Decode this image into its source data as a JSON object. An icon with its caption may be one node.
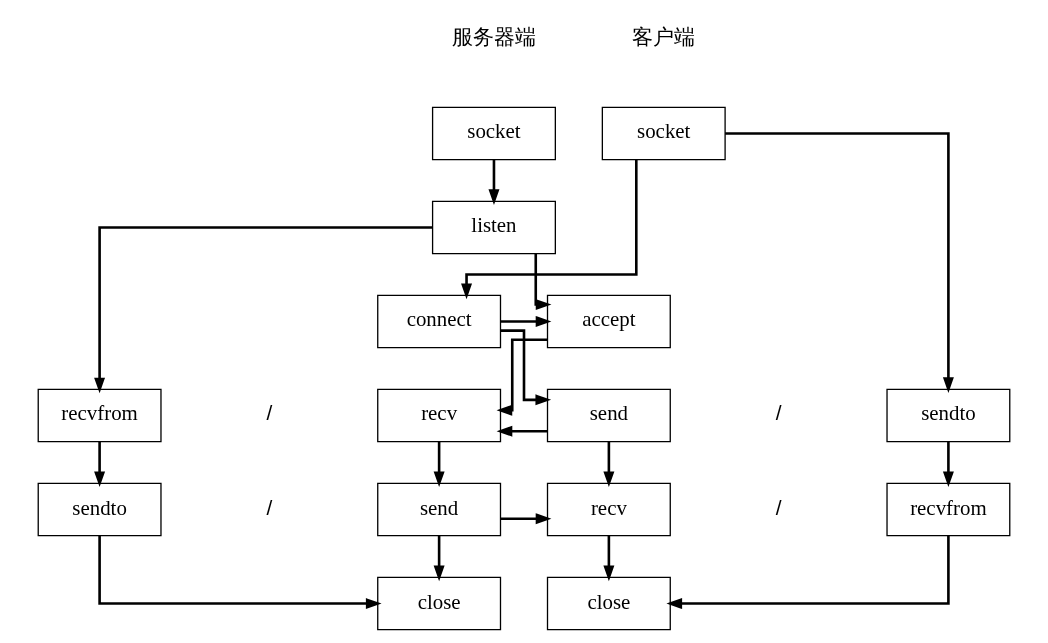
{
  "diagram": {
    "nodes": [
      {
        "text": [
          "socket"
        ]
      },
      {
        "text": [
          "socket"
        ]
      },
      {
        "text": [
          "listen"
        ]
      },
      {
        "text": [
          "connect"
        ]
      },
      {
        "text": [
          "accept"
        ]
      },
      {
        "text": [
          "recvfrom"
        ]
      },
      {
        "text": [
          "recv"
        ]
      },
      {
        "text": [
          "send"
        ]
      },
      {
        "text": [
          "sendto"
        ]
      },
      {
        "text": [
          "sendto"
        ]
      },
      {
        "text": [
          "send"
        ]
      },
      {
        "text": [
          "recv"
        ]
      },
      {
        "text": [
          "recvfrom"
        ]
      },
      {
        "text": [
          "close"
        ]
      },
      {
        "text": [
          "close"
        ]
      }
    ],
    "edges": [
      {
        "from": 0,
        "to": 2,
        "arrow": "to"
      },
      {
        "from": 2,
        "to": 4,
        "arrow": "to"
      },
      {
        "from": 2,
        "to": 5,
        "arrow": "to"
      },
      {
        "from": 4,
        "to": 6,
        "arrow": "to"
      },
      {
        "from": 5,
        "to": 9,
        "arrow": "to"
      },
      {
        "from": 6,
        "to": 10,
        "arrow": "to"
      },
      {
        "from": 10,
        "to": 13,
        "arrow": "to"
      },
      {
        "from": 9,
        "to": 13,
        "arrow": "to"
      },
      {
        "from": 1,
        "to": 3,
        "arrow": "to"
      },
      {
        "from": 1,
        "to": 8,
        "arrow": "to"
      },
      {
        "from": 3,
        "to": 4,
        "arrow": "to"
      },
      {
        "from": 3,
        "to": 7,
        "arrow": "to"
      },
      {
        "from": 7,
        "to": 6,
        "arrow": "to"
      },
      {
        "from": 8,
        "to": 12,
        "arrow": "to"
      },
      {
        "from": 7,
        "to": 11,
        "arrow": "to"
      },
      {
        "from": 10,
        "to": 11,
        "arrow": "to"
      },
      {
        "from": 11,
        "to": 14,
        "arrow": "to"
      },
      {
        "from": 12,
        "to": 14,
        "arrow": "to"
      }
    ],
    "labels": [
      "服务器端",
      "客户端",
      "/",
      "/",
      "/",
      "/"
    ]
  }
}
